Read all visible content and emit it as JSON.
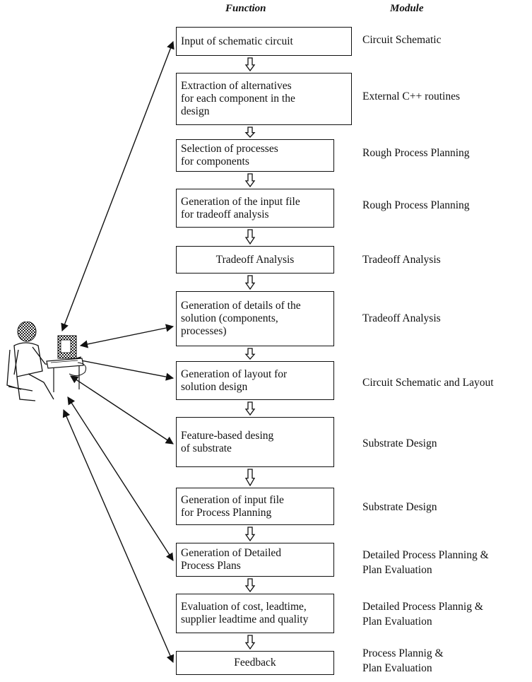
{
  "headers": {
    "function": "Function",
    "module": "Module"
  },
  "steps": [
    {
      "function": "Input of schematic circuit",
      "module": "Circuit Schematic"
    },
    {
      "function": "Extraction of alternatives\nfor each component in the\ndesign",
      "module": "External C++ routines"
    },
    {
      "function": "Selection of processes\nfor components",
      "module": "Rough Process Planning"
    },
    {
      "function": "Generation of the input file\nfor tradeoff analysis",
      "module": "Rough Process Planning"
    },
    {
      "function": "Tradeoff Analysis",
      "module": "Tradeoff Analysis"
    },
    {
      "function": "Generation of details of the\nsolution (components,\nprocesses)",
      "module": "Tradeoff Analysis"
    },
    {
      "function": "Generation of layout for\nsolution design",
      "module": "Circuit Schematic and Layout"
    },
    {
      "function": "Feature-based desing\nof substrate",
      "module": "Substrate Design"
    },
    {
      "function": "Generation of input file\nfor Process Planning",
      "module": "Substrate Design"
    },
    {
      "function": "Generation of Detailed\nProcess Plans",
      "module": "Detailed Process Planning &\nPlan Evaluation"
    },
    {
      "function": "Evaluation of cost, leadtime,\nsupplier leadtime and quality",
      "module": "Detailed Process Plannig &\nPlan Evaluation"
    },
    {
      "function": "Feedback",
      "module": "Process Plannig &\nPlan Evaluation"
    }
  ],
  "icons": {
    "user": "user-at-computer-icon",
    "flow_arrow": "hollow-down-arrow-icon"
  },
  "colors": {
    "line": "#111111",
    "background": "#ffffff"
  }
}
